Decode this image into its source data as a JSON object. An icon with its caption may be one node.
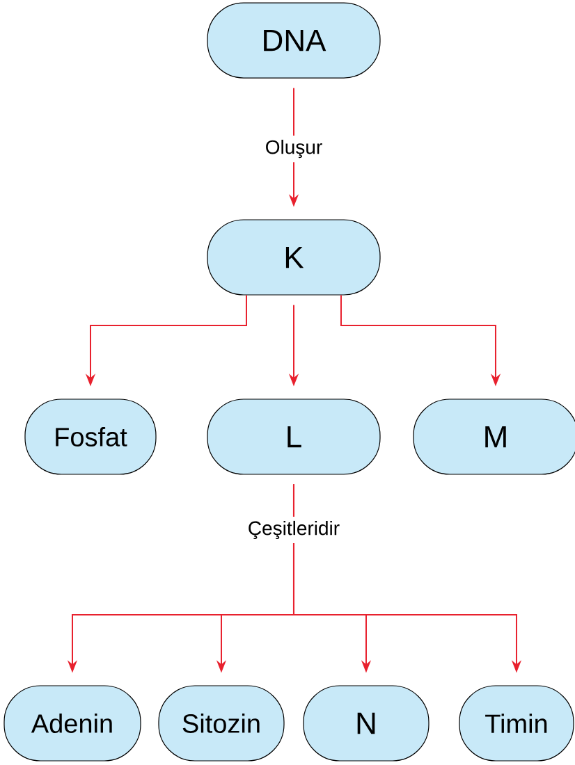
{
  "diagram": {
    "nodes": [
      {
        "text": [
          "DNA"
        ]
      },
      {
        "text": [
          "K"
        ]
      },
      {
        "text": [
          "Fosfat"
        ]
      },
      {
        "text": [
          "L"
        ]
      },
      {
        "text": [
          "M"
        ]
      },
      {
        "text": [
          "Adenin"
        ]
      },
      {
        "text": [
          "Sitozin"
        ]
      },
      {
        "text": [
          "N"
        ]
      },
      {
        "text": [
          "Timin"
        ]
      }
    ],
    "edges": [
      {
        "from": 0,
        "to": 1,
        "arrow": "to",
        "label": "Oluşur"
      },
      {
        "from": 1,
        "to": 2,
        "arrow": "to"
      },
      {
        "from": 1,
        "to": 3,
        "arrow": "to"
      },
      {
        "from": 1,
        "to": 4,
        "arrow": "to"
      },
      {
        "from": 3,
        "to": 5,
        "arrow": "to",
        "label": "Çeşitleridir"
      },
      {
        "from": 3,
        "to": 6,
        "arrow": "to"
      },
      {
        "from": 3,
        "to": 7,
        "arrow": "to"
      },
      {
        "from": 3,
        "to": 8,
        "arrow": "to"
      }
    ]
  }
}
